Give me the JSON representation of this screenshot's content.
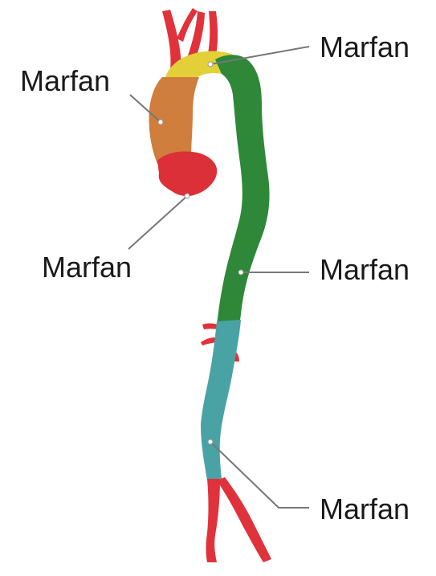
{
  "labels": {
    "top_right": "Marfan",
    "top_left": "Marfan",
    "middle_left": "Marfan",
    "middle_right": "Marfan",
    "bottom_right": "Marfan"
  },
  "colors": {
    "arch_yellow": "#e8d43a",
    "ascending_orange": "#d4803e",
    "root_red": "#e0313a",
    "branch_red": "#e5323b",
    "descending_green": "#2e8b3a",
    "abdominal_teal": "#4aa6a8",
    "leader_line": "#777777"
  }
}
